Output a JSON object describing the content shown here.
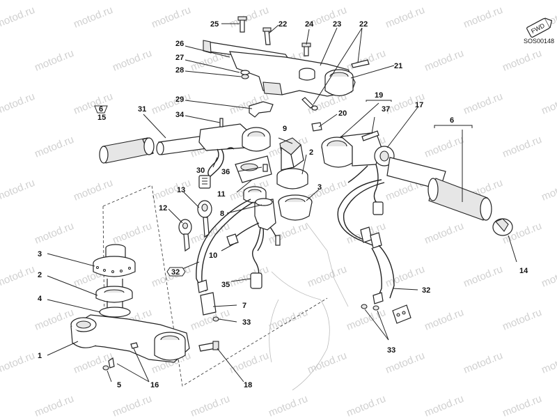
{
  "diagram": {
    "code": "SOS00148",
    "fwd_label": "FWD",
    "watermark": "motod.ru",
    "callouts": {
      "c1": "1",
      "c2": "2",
      "c2b": "2",
      "c3": "3",
      "c3b": "3",
      "c4": "4",
      "c5": "5",
      "c6": "6",
      "c6circ": "6",
      "c7": "7",
      "c8": "8",
      "c9": "9",
      "c10": "10",
      "c11": "11",
      "c12": "12",
      "c13": "13",
      "c14": "14",
      "c15": "15",
      "c16": "16",
      "c17": "17",
      "c18": "18",
      "c19": "19",
      "c20": "20",
      "c21": "21",
      "c22": "22",
      "c22b": "22",
      "c23": "23",
      "c24": "24",
      "c25": "25",
      "c26": "26",
      "c27": "27",
      "c28": "28",
      "c29": "29",
      "c30": "30",
      "c31": "31",
      "c32": "32",
      "c32b": "32",
      "c33": "33",
      "c33b": "33",
      "c34": "34",
      "c35": "35",
      "c36": "36",
      "c37": "37"
    }
  }
}
